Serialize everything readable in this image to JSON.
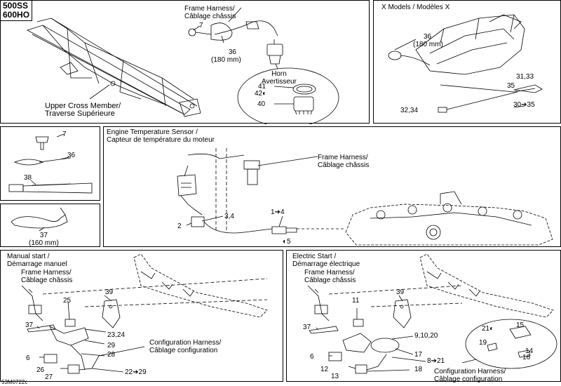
{
  "models": [
    "500SS",
    "600HO"
  ],
  "panel_top_main": {
    "frame_harness": [
      "Frame Harness/",
      "Câblage châssis"
    ],
    "part_7": "7",
    "part_36": "36",
    "part_36_len": "(180 mm)",
    "horn": [
      "Horn",
      "Avertisseur"
    ],
    "part_41": "41",
    "part_42": "42",
    "part_40": "40",
    "upper_cross": [
      "Upper Cross Member/",
      "Traverse Supérieure"
    ]
  },
  "panel_x_models": {
    "title": "X Models / Modèles X",
    "part_36": "36",
    "part_36_len": "(180 mm)",
    "part_31_33": "31,33",
    "part_35": "35",
    "part_32_34": "32,34",
    "part_30_35": "30➔35"
  },
  "small_parts": {
    "part_7": "7",
    "part_36": "36",
    "part_38": "38",
    "part_37": "37",
    "part_37_len": "(160 mm)"
  },
  "panel_temp_sensor": {
    "title": [
      "Engine Temperature Sensor /",
      "Capteur de température du moteur"
    ],
    "frame_harness": [
      "Frame Harness/",
      "Câblage châssis"
    ],
    "part_2": "2",
    "part_3_4": "3,4",
    "part_1_4": "1➔4",
    "part_5": "5"
  },
  "panel_manual": {
    "title": [
      "Manual start /",
      "Démarrage manuel"
    ],
    "frame_harness": [
      "Frame Harness/",
      "Câblage châssis"
    ],
    "part_39": "39",
    "part_25": "25",
    "part_37": "37",
    "part_23_24": "23,24",
    "part_29": "29",
    "part_28": "28",
    "part_6": "6",
    "part_26": "26",
    "part_27": "27",
    "part_22_29": "22➔29",
    "config_harness": [
      "Configuration Harness/",
      "Câblage configuration"
    ]
  },
  "panel_electric": {
    "title": [
      "Electric Start /",
      "Démarrage électrique"
    ],
    "frame_harness": [
      "Frame Harness/",
      "Câblage châssis"
    ],
    "part_39": "39",
    "part_11": "11",
    "part_37": "37",
    "part_9_10_20": "9,10,20",
    "part_6": "6",
    "part_17": "17",
    "part_8_21": "8➔21",
    "part_12": "12",
    "part_18": "18",
    "part_13": "13",
    "part_21": "21",
    "part_15": "15",
    "part_19": "19",
    "part_14": "14",
    "part_16": "16",
    "config_harness": [
      "Configuration Harness/",
      "Câblage configuration"
    ]
  },
  "drawing_code": "53M0722c"
}
